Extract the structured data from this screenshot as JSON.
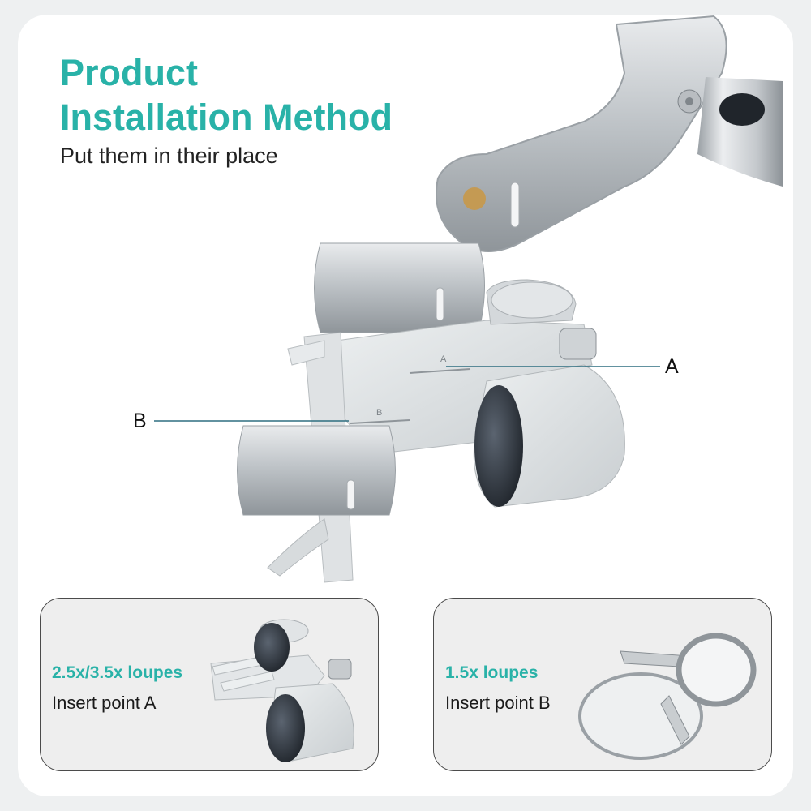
{
  "header": {
    "title_line1": "Product",
    "title_line2": "Installation Method",
    "subtitle": "Put them in their place"
  },
  "callouts": {
    "a": "A",
    "b": "B",
    "slot_a": "A",
    "slot_b": "B"
  },
  "panels": [
    {
      "model": "2.5x/3.5x loupes",
      "insert": "Insert point A"
    },
    {
      "model": "1.5x loupes",
      "insert": "Insert point B"
    }
  ],
  "colors": {
    "accent": "#29b2a8",
    "callout_line": "#2e6e80",
    "metal": "#c9cdd0",
    "plastic": "#dde1e3"
  }
}
